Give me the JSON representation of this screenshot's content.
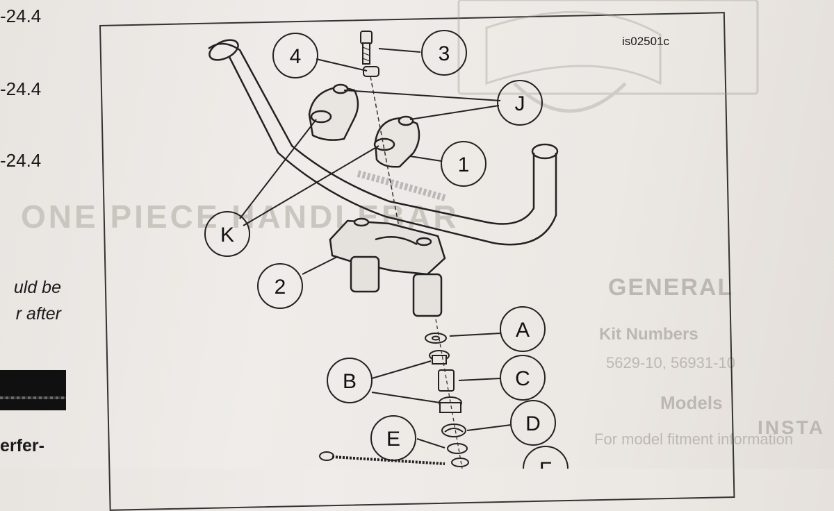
{
  "left_margin": {
    "values": [
      "-24.4",
      "-24.4",
      "-24.4"
    ],
    "paragraph_lines": [
      "uld be",
      "r after"
    ],
    "bottom_text": "erfer-"
  },
  "figure": {
    "id": "is02501c",
    "callouts": {
      "c1": "1",
      "c2": "2",
      "c3": "3",
      "c4": "4",
      "cJ": "J",
      "cK": "K",
      "cA": "A",
      "cB": "B",
      "cC": "C",
      "cD": "D",
      "cE": "E",
      "cF": "F"
    }
  },
  "bleed_through": {
    "title": "ONE PIECE HANDLEBAR",
    "general": "GENERAL",
    "kit_numbers": "Kit Numbers",
    "kit_values": "5629-10, 56931-10",
    "models": "Models",
    "fitment": "For model fitment information",
    "install": "INSTA"
  }
}
